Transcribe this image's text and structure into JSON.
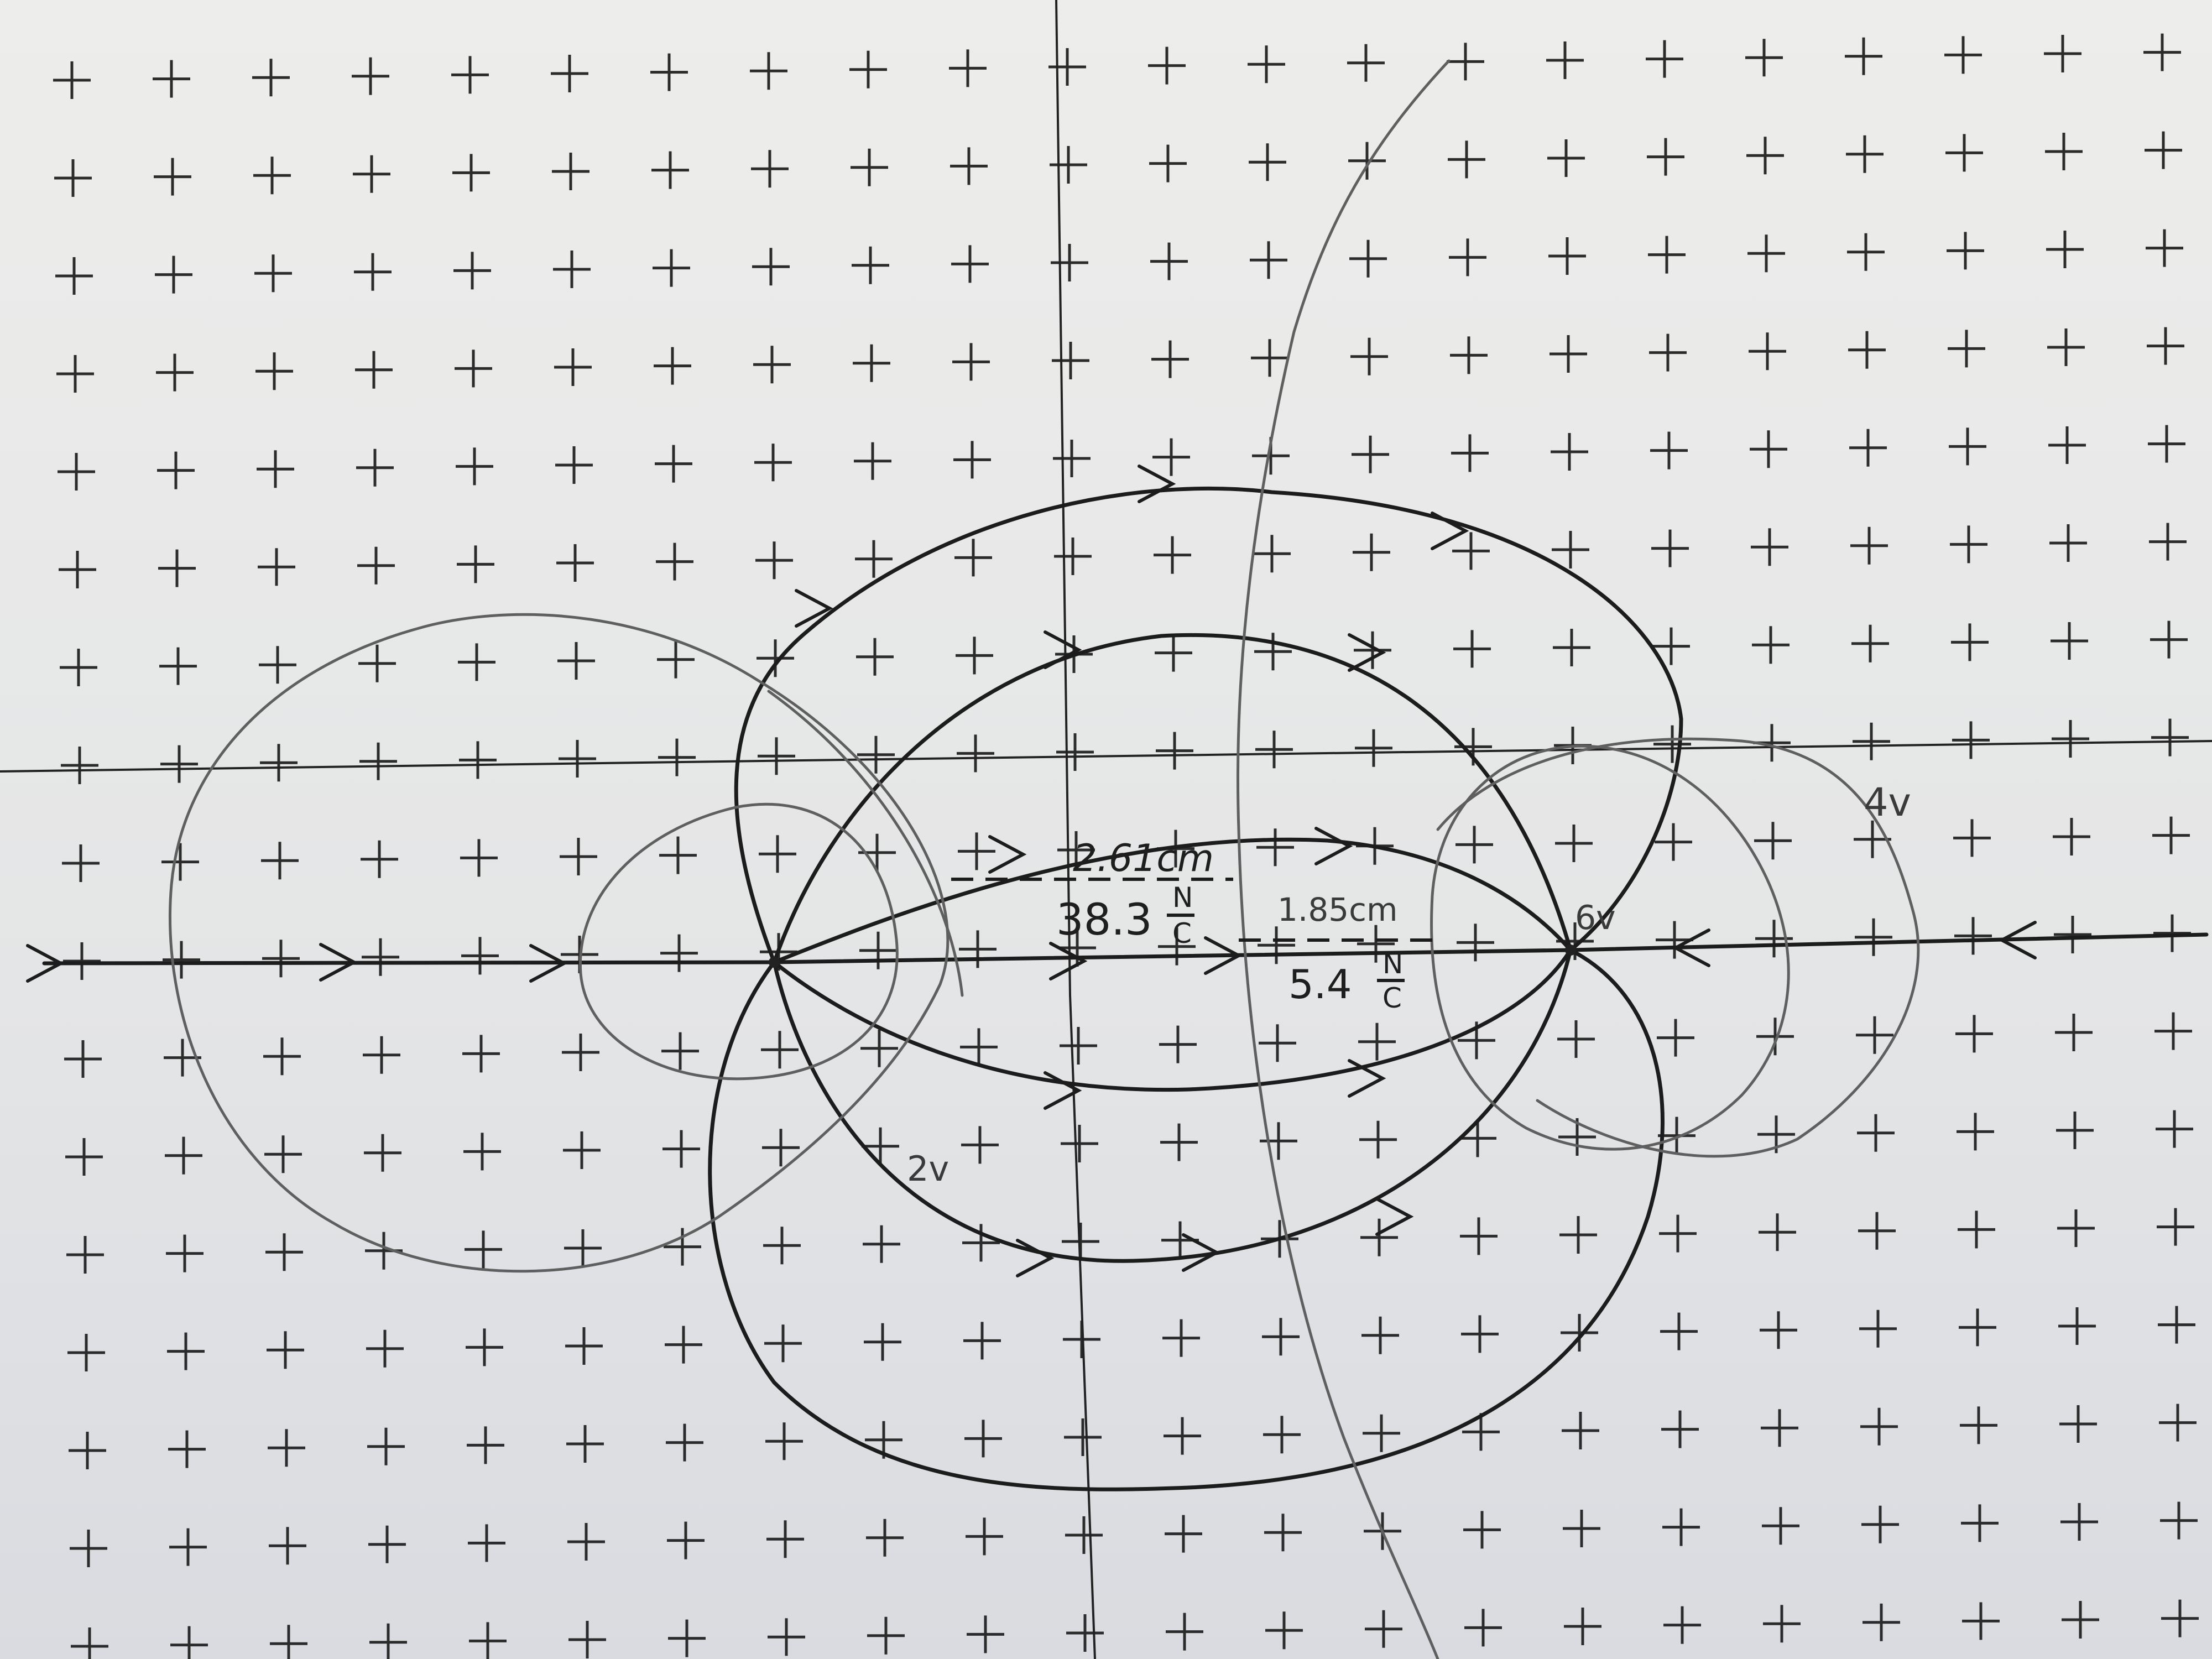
{
  "paper": {
    "background": "#e8e8e6",
    "mark_color": "#2b2b2b",
    "ink_dark": "#1c1c1c",
    "ink_light": "#6a6a6a"
  },
  "labels": {
    "distance_1": "2.61cm",
    "field_1_value": "38.3",
    "field_1_num": "N",
    "field_1_den": "C",
    "distance_2": "1.85cm",
    "field_2_value": "5.4",
    "field_2_num": "N",
    "field_2_den": "C",
    "equipotential_2v": "2v",
    "equipotential_4v": "4v",
    "electrode_6v": "6v"
  }
}
